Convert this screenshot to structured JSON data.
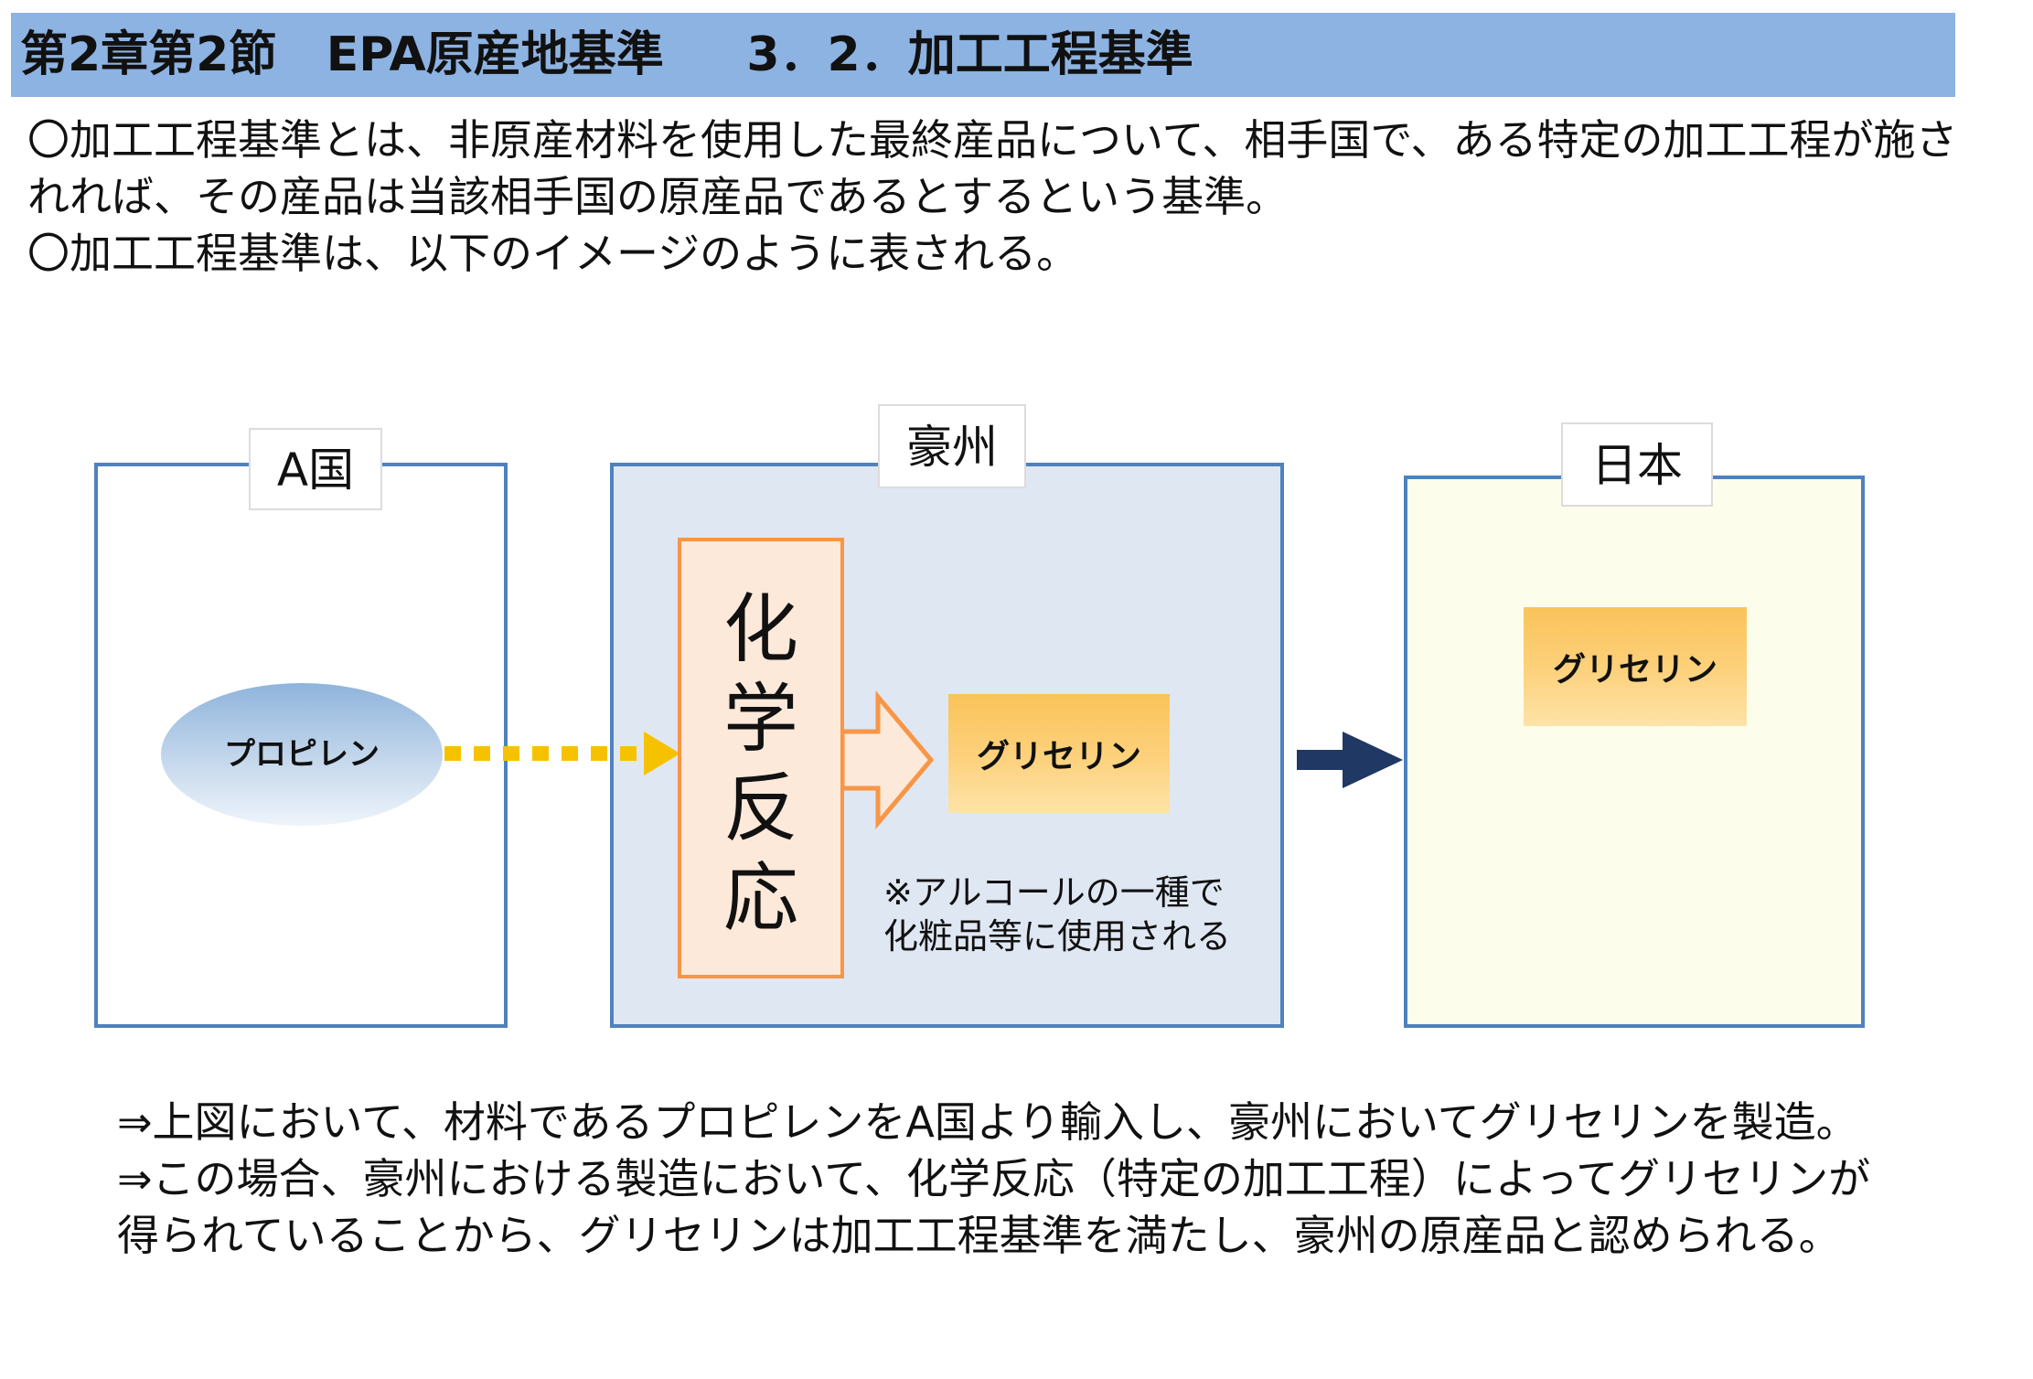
{
  "header": {
    "section": "第2章第2節",
    "topic": "EPA原産地基準",
    "subsection": "3．2．加工工程基準"
  },
  "intro": {
    "line1": "〇加工工程基準とは、非原産材料を使用した最終産品について、相手国で、ある特定の加工工程が施されれば、その産品は当該相手国の原産品であるとするという基準。",
    "line2": "〇加工工程基準は、以下のイメージのように表される。"
  },
  "diagram": {
    "country_a": {
      "label": "A国",
      "material": "プロピレン"
    },
    "australia": {
      "label": "豪州",
      "process_chars": [
        "化",
        "学",
        "反",
        "応"
      ],
      "product": "グリセリン",
      "note_line1": "※アルコールの一種で",
      "note_line2": "化粧品等に使用される"
    },
    "japan": {
      "label": "日本",
      "product": "グリセリン"
    },
    "colors": {
      "header_bg": "#8db3e2",
      "box_border": "#4f81bd",
      "australia_bg": "#dfe7f3",
      "japan_bg": "#fdfdec",
      "process_border": "#f79646",
      "process_bg": "#fde9d9",
      "dotted_arrow": "#f6c200",
      "export_arrow": "#1f3864"
    }
  },
  "outro": {
    "line1": "⇒上図において、材料であるプロピレンをA国より輸入し、豪州においてグリセリンを製造。",
    "line2": "⇒この場合、豪州における製造において、化学反応（特定の加工工程）によってグリセリンが得られていることから、グリセリンは加工工程基準を満たし、豪州の原産品と認められる。"
  }
}
